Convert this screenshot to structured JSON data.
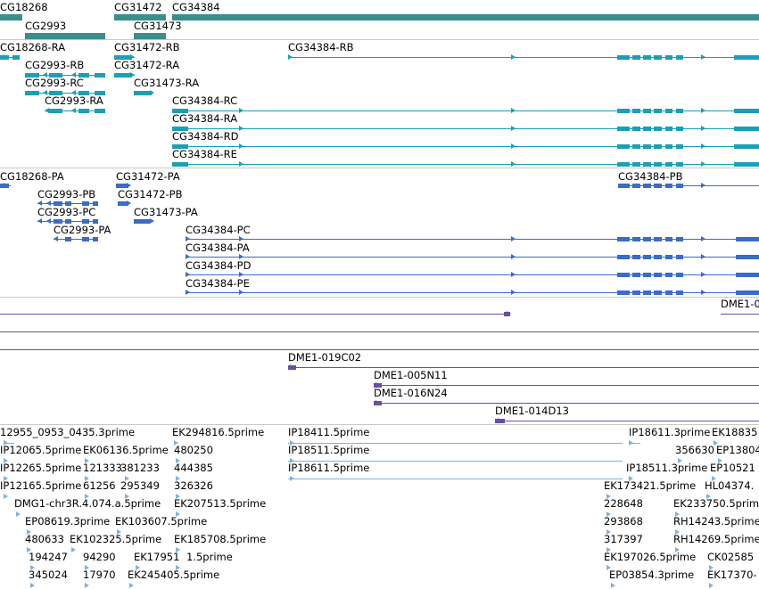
{
  "colors": {
    "gene": "#3a8f8c",
    "transcript": "#1aa0b4",
    "protein": "#3a6cc8",
    "clone": "#6b4fa3",
    "est": "#7fb2dc",
    "separator": "#c8c8c8"
  },
  "genes": [
    "CG18268",
    "CG2993",
    "CG31472",
    "CG31473",
    "CG34384"
  ],
  "transcripts": [
    "CG18268-RA",
    "CG2993-RB",
    "CG2993-RC",
    "CG2993-RA",
    "CG31472-RB",
    "CG31472-RA",
    "CG31473-RA",
    "CG34384-RB",
    "CG34384-RC",
    "CG34384-RA",
    "CG34384-RD",
    "CG34384-RE"
  ],
  "proteins": [
    "CG18268-PA",
    "CG2993-PB",
    "CG2993-PC",
    "CG2993-PA",
    "CG31472-PA",
    "CG31472-PB",
    "CG31473-PA",
    "CG34384-PB",
    "CG34384-PC",
    "CG34384-PA",
    "CG34384-PD",
    "CG34384-PE"
  ],
  "clones": [
    "DME1-0",
    "DME1-019C02",
    "DME1-005N11",
    "DME1-016N24",
    "DME1-014D13"
  ],
  "ests": [
    "12955_0953_0435.3prime",
    "EK294816.5prime",
    "IP18411.5prime",
    "IP18611.3prime",
    "EK18835",
    "IP12065.5prime",
    "EK06136.5prime",
    "480250",
    "IP18511.5prime",
    "356630",
    "EP13804",
    "IP12265.5prime",
    "121333",
    "381233",
    "444385",
    "IP18611.5prime",
    "IP18511.3prime",
    "EP10521",
    "IP12165.5prime",
    "61256",
    "295349",
    "326326",
    "EK173421.5prime",
    "HL04374.",
    "DMG1-chr3R.4.074.a.5prime",
    "EK207513.5prime",
    "228648",
    "EK233750.5prime",
    "EP08619.3prime",
    "EK103607.5prime",
    "293868",
    "RH14243.5prime",
    "480633",
    "EK102325.5prime",
    "EK185708.5prime",
    "317397",
    "RH14269.5prime",
    "194247",
    "94290",
    "EK17951",
    "1.5prime",
    "EK197026.5prime",
    "CK02585",
    "345024",
    "17970",
    "EK245405.5prime",
    "EP03854.3prime",
    "EK17370-"
  ]
}
